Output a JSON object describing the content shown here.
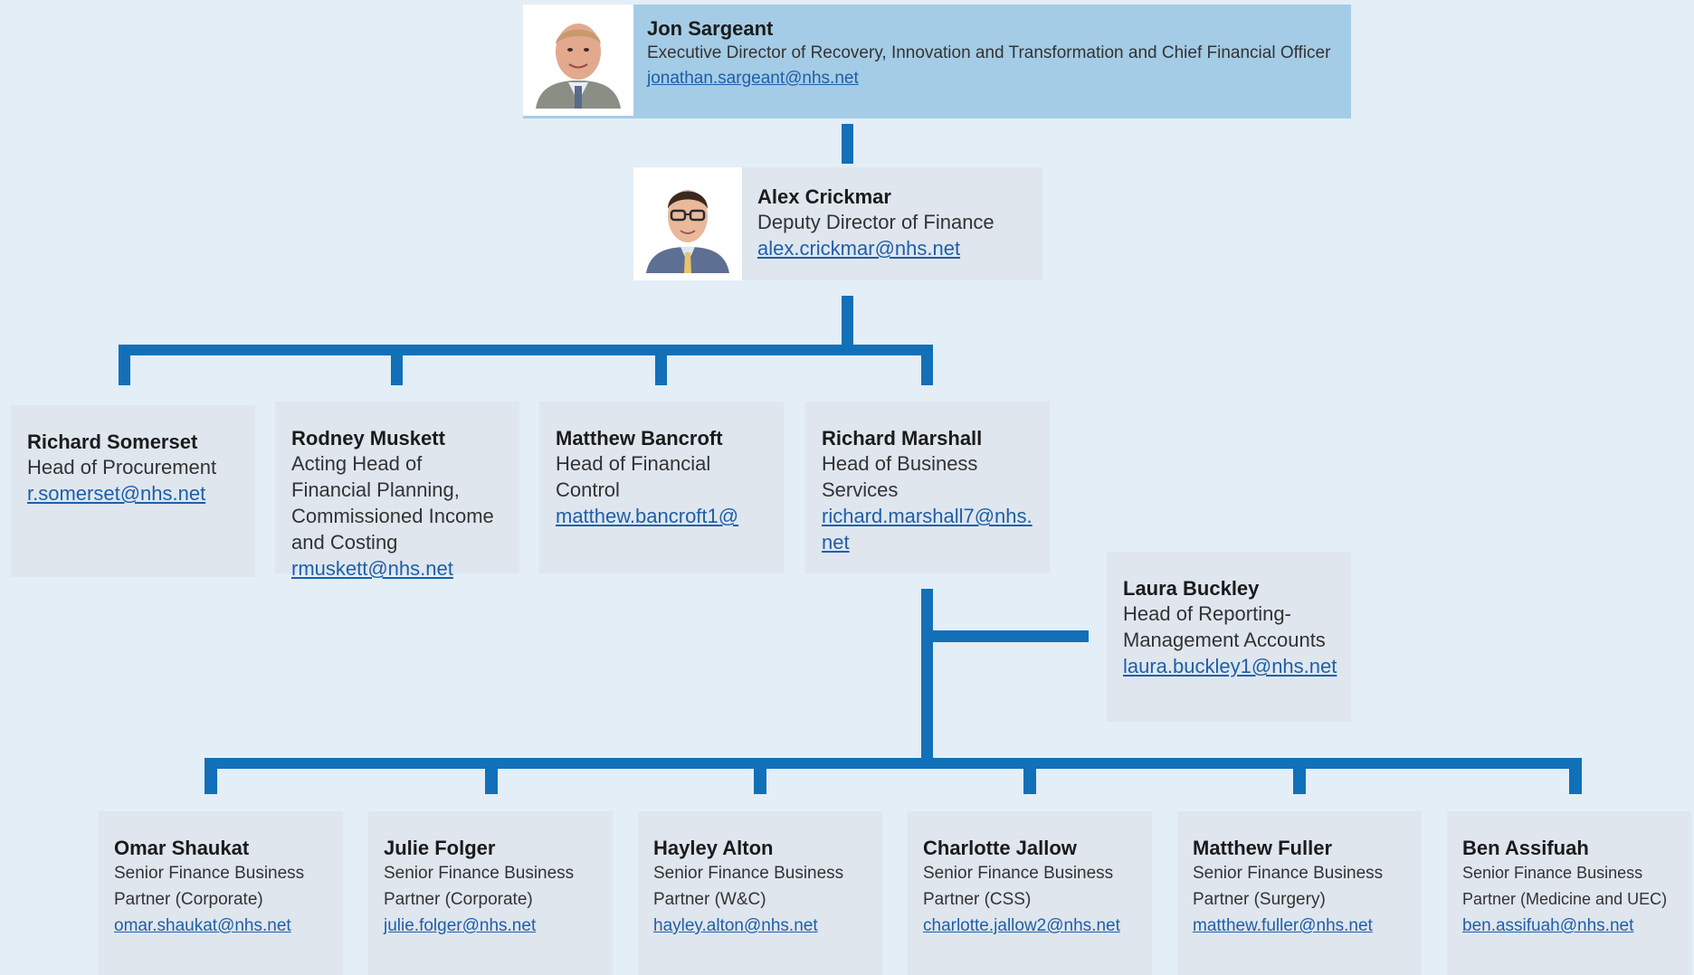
{
  "top": {
    "name": "Jon Sargeant",
    "role": "Executive Director of Recovery, Innovation and Transformation and Chief Financial Officer",
    "email": "jonathan.sargeant@nhs.net"
  },
  "deputy": {
    "name": "Alex Crickmar",
    "role": "Deputy Director of Finance",
    "email": "alex.crickmar@nhs.net"
  },
  "heads": [
    {
      "name": "Richard Somerset",
      "role": "Head of Procurement",
      "email": "r.somerset@nhs.net"
    },
    {
      "name": "Rodney Muskett",
      "role": "Acting Head of Financial Planning, Commissioned Income and Costing",
      "email": "rmuskett@nhs.net"
    },
    {
      "name": "Matthew Bancroft",
      "role": "Head of Financial Control",
      "email": "matthew.bancroft1@"
    },
    {
      "name": "Richard Marshall",
      "role": "Head of Business Services",
      "email": "richard.marshall7@nhs.net"
    }
  ],
  "reporting": {
    "name": "Laura Buckley",
    "role": "Head of Reporting-Management Accounts",
    "email": "laura.buckley1@nhs.net"
  },
  "partners": [
    {
      "name": "Omar Shaukat",
      "role": "Senior Finance Business Partner (Corporate)",
      "email": "omar.shaukat@nhs.net"
    },
    {
      "name": "Julie Folger",
      "role": "Senior Finance Business Partner (Corporate)",
      "email": "julie.folger@nhs.net"
    },
    {
      "name": "Hayley Alton",
      "role": "Senior Finance Business Partner (W&C)",
      "email": "hayley.alton@nhs.net"
    },
    {
      "name": "Charlotte Jallow",
      "role": "Senior Finance Business Partner (CSS)",
      "email": "charlotte.jallow2@nhs.net"
    },
    {
      "name": "Matthew Fuller",
      "role": "Senior Finance Business Partner (Surgery)",
      "email": "matthew.fuller@nhs.net"
    },
    {
      "name": "Ben Assifuah",
      "role": "Senior Finance Business Partner (Medicine and UEC)",
      "email": "ben.assifuah@nhs.net"
    }
  ],
  "colors": {
    "connector": "#1170b8",
    "top_card": "#a4cce6",
    "card": "#dfe6ee",
    "link": "#1e5fa8"
  }
}
